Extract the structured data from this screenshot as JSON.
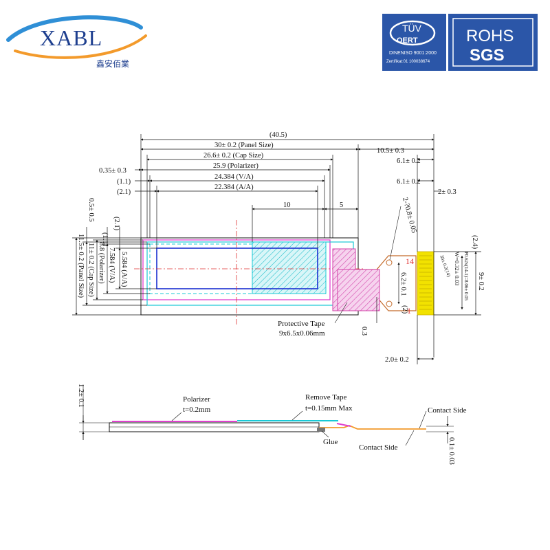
{
  "logo": {
    "brand": "XABL",
    "subtitle_cn": "鑫安佰業"
  },
  "certs": {
    "tuv": {
      "title": "TÜV",
      "code": "OERT",
      "line1": "DINENISO 9001:2000",
      "line2": "Zertifikat:01  100038674"
    },
    "rohs": "ROHS",
    "sgs": "SGS"
  },
  "dims": {
    "overall": "(40.5)",
    "panel": "30± 0.2 (Panel Size)",
    "fpc": "10.5± 0.3",
    "cap": "26.6± 0.2 (Cap Size)",
    "d61a": "6.1± 0.2",
    "pol_offset": "0.35± 0.3",
    "polarizer": "25.9 (Polarizer)",
    "va_offset": "(1.1)",
    "va": "24.384 (V/A)",
    "d61b": "6.1± 0.2",
    "d2": "2± 0.3",
    "aa_offset": "(2.1)",
    "aa": "22.384 (A/A)",
    "d10": "10",
    "d5": "5",
    "hole": "2-?0.8± 0.05",
    "h05": "0.5± 0.5",
    "h21": "(2.1)",
    "h11": "(1.1)",
    "h115": "11.5± 0.2 (Panel Size)",
    "h11c": "11± 0.2 (Cap Size)",
    "h88": "8.8 (Polarizer)",
    "h7584": "7.584 (V/A)",
    "h5584": "5.584 (A/A)",
    "pin14": "14",
    "pin1": "1",
    "h62": "6.2± 0.1",
    "h2": "(2)",
    "r24": "(2.4)",
    "r9": "9± 0.2",
    "pitch": "P0.62x(14-1)=8.06± 0.05",
    "width": "W=0.32± 0.03",
    "cont": "30± 0.2(14)",
    "d03": "0.3",
    "d20": "2.0± 0.2",
    "t12": "1.2± 0.1",
    "t01": "0.1± 0.03"
  },
  "labels": {
    "tape": "Protective Tape",
    "tape_size": "9x6.5x0.06mm",
    "polarizer": "Polarizer",
    "pol_t": "t=0.2mm",
    "remove": "Remove Tape",
    "remove_t": "t=0.15mm Max",
    "glue": "Glue",
    "contact_a": "Contact Side",
    "contact_b": "Contact Side"
  },
  "colors": {
    "brand": "#1e3f8f",
    "arc": "#2f8fd6",
    "badge": "#2b56a8",
    "polarizer": "#e03fcf",
    "cap": "#18c9d6",
    "area": "#1a2fd0",
    "hatch_pink": "#d23fa8",
    "hatch_cyan": "#19bcc9",
    "pins": "#f2e200",
    "fpc": "#c46b2a",
    "redline": "#e03030"
  }
}
